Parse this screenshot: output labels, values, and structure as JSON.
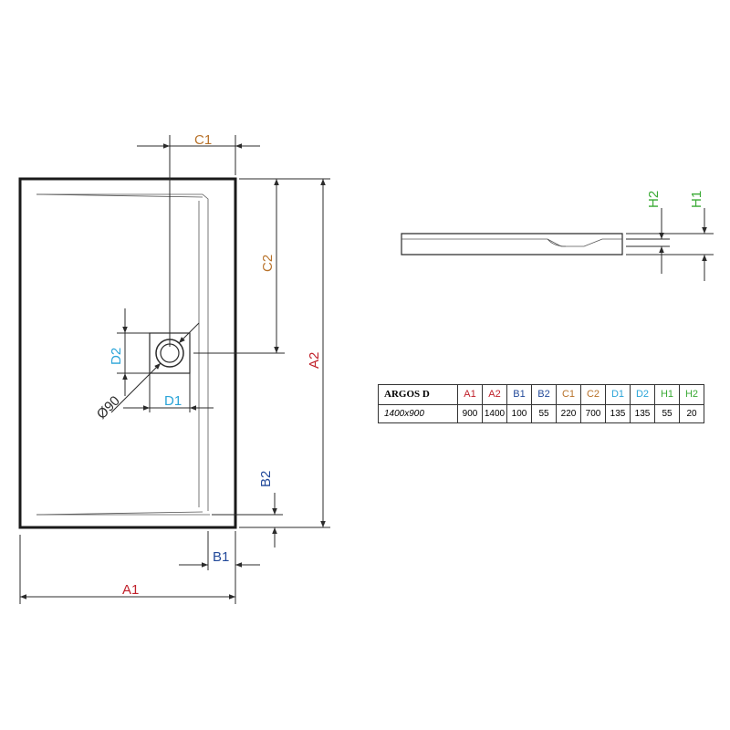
{
  "labels": {
    "A1": "A1",
    "A2": "A2",
    "B1": "B1",
    "B2": "B2",
    "C1": "C1",
    "C2": "C2",
    "D1": "D1",
    "D2": "D2",
    "H1": "H1",
    "H2": "H2",
    "drain": "Ø90"
  },
  "colors": {
    "A": "#c0202a",
    "B": "#234a9a",
    "C": "#b8722a",
    "D": "#2aa4d8",
    "H": "#3aaa35",
    "line": "#2b2b2b"
  },
  "table": {
    "model": "ARGOS D",
    "size": "1400x900",
    "headers": [
      "A1",
      "A2",
      "B1",
      "B2",
      "C1",
      "C2",
      "D1",
      "D2",
      "H1",
      "H2"
    ],
    "values": [
      "900",
      "1400",
      "100",
      "55",
      "220",
      "700",
      "135",
      "135",
      "55",
      "20"
    ]
  }
}
